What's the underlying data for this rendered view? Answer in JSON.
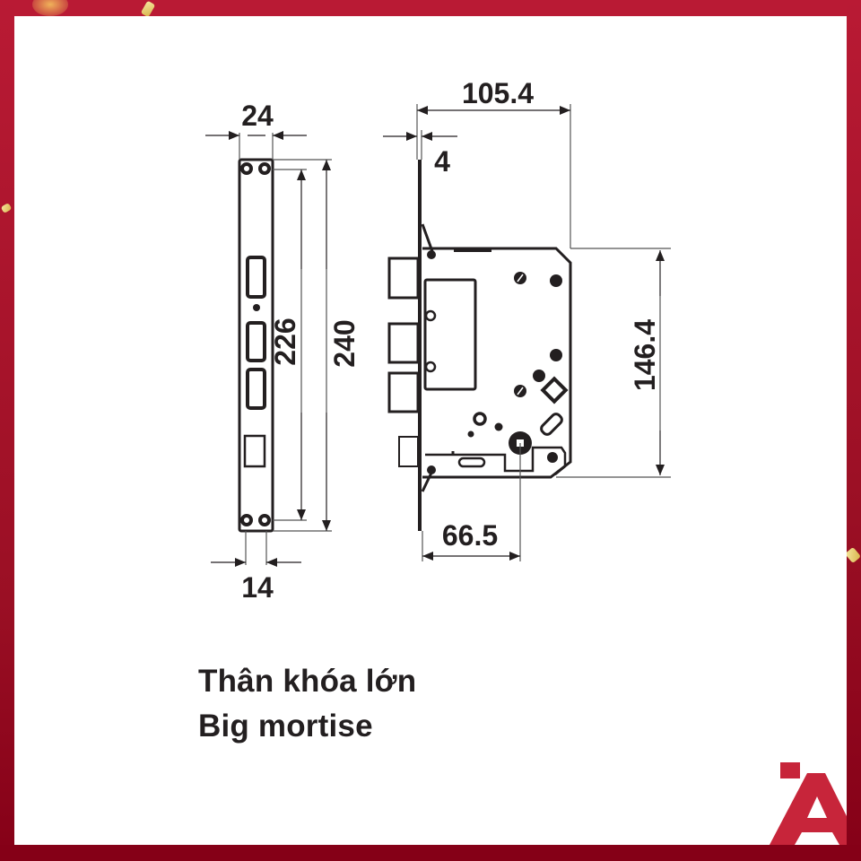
{
  "colors": {
    "frame": "#b91a34",
    "frame_dark": "#850017",
    "line": "#231f20",
    "dim_line": "#555555",
    "logo": "#c7253a",
    "confetti": "#e3c65f"
  },
  "drawing": {
    "faceplate_view": {
      "dimensions": {
        "width_top": "24",
        "hole_spacing_bottom": "14",
        "inner_length": "226",
        "total_length": "240"
      }
    },
    "side_view": {
      "dimensions": {
        "body_depth": "105.4",
        "faceplate_thickness": "4",
        "body_height": "146.4",
        "backset": "66.5"
      }
    }
  },
  "caption": {
    "vietnamese": "Thân khóa lớn",
    "english": "Big mortise"
  },
  "logo": {
    "icon": "brand-a-logo-icon"
  }
}
